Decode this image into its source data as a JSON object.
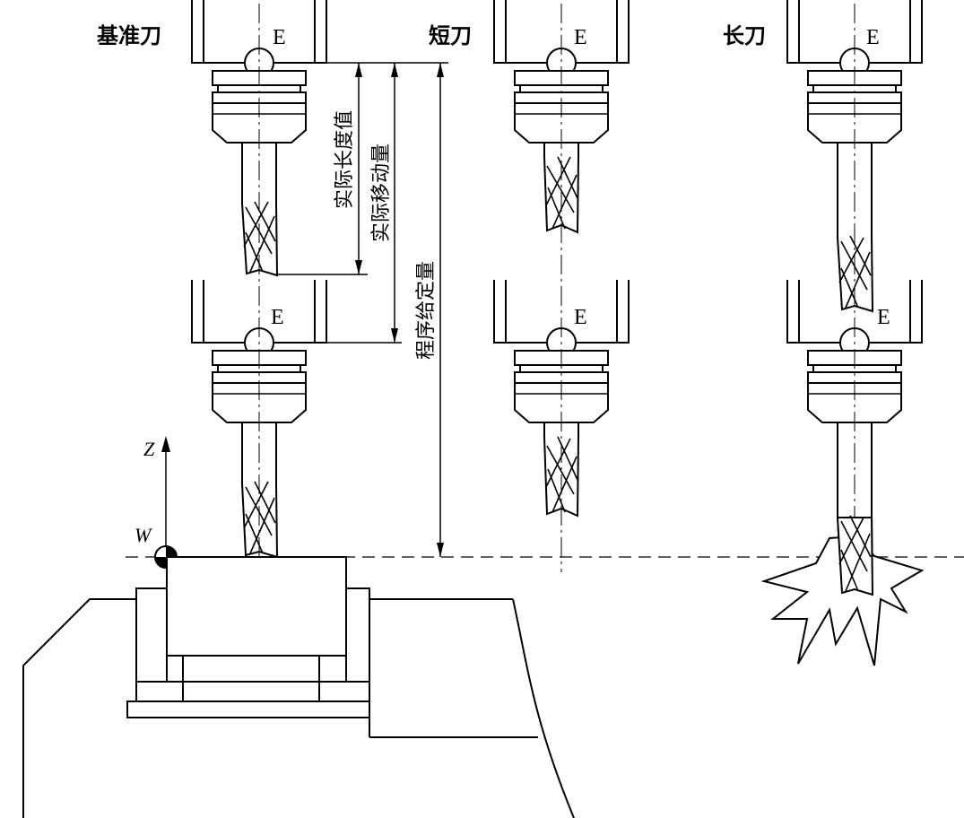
{
  "labels": {
    "reference_tool": "基准刀",
    "short_tool": "短刀",
    "long_tool": "长刀",
    "spindle_point": "E",
    "actual_length": "实际长度值",
    "actual_move": "实际移动量",
    "program_value": "程序给定量",
    "axis_z": "Z",
    "workpiece_origin": "W"
  }
}
